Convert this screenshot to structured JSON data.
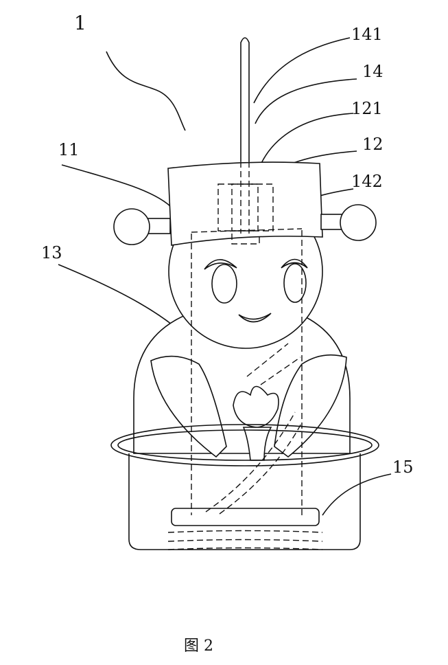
{
  "figure": {
    "caption": "图 2",
    "labels": {
      "device": "1",
      "rod_tip": "141",
      "rod": "14",
      "sleeve_hole": "121",
      "sleeve": "12",
      "rod_end": "142",
      "hat": "11",
      "body_channel": "13",
      "base": "15"
    }
  }
}
